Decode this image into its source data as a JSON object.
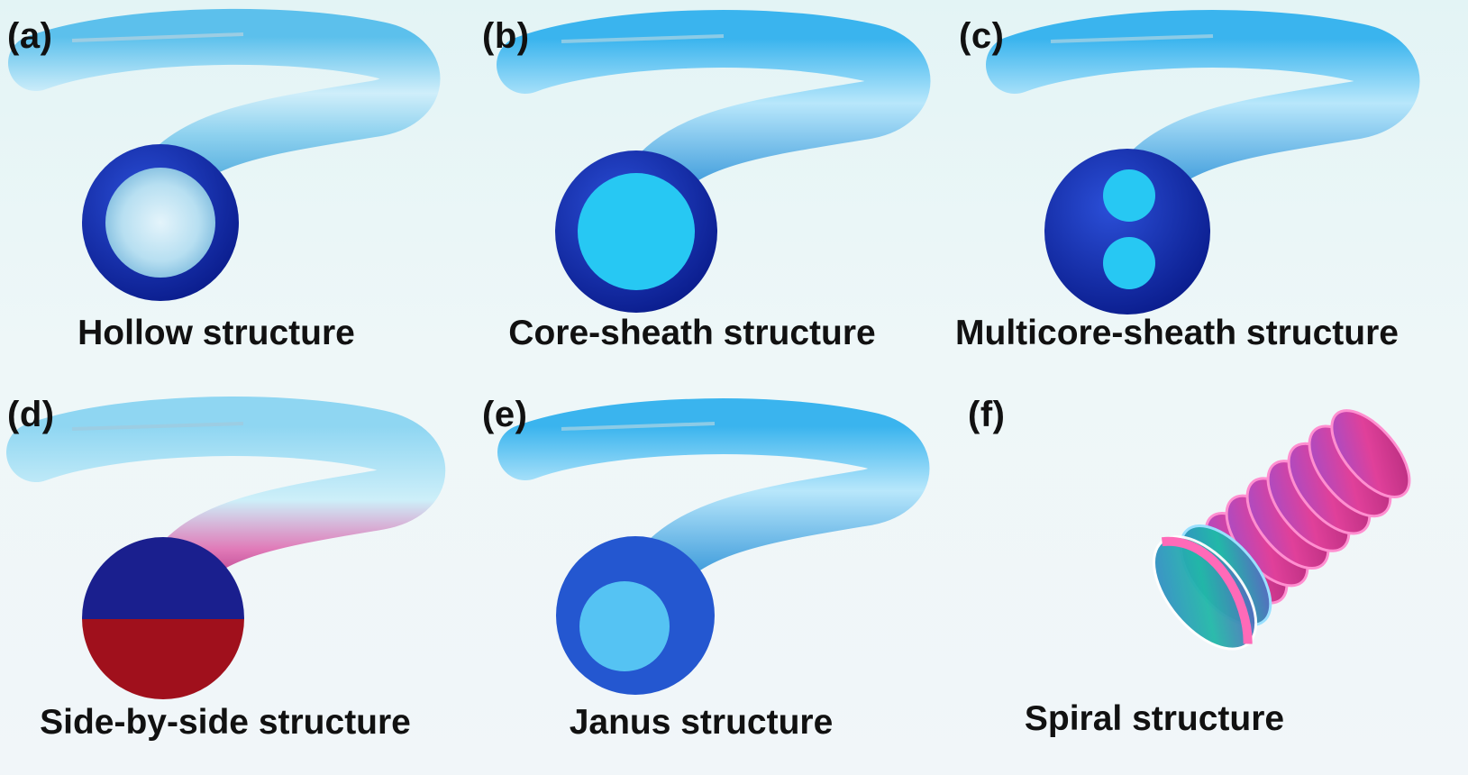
{
  "panels": [
    {
      "letter": "(a)",
      "caption": "Hollow structure",
      "type": "hollow"
    },
    {
      "letter": "(b)",
      "caption": "Core-sheath structure",
      "type": "core-sheath"
    },
    {
      "letter": "(c)",
      "caption": "Multicore-sheath structure",
      "type": "multicore-sheath"
    },
    {
      "letter": "(d)",
      "caption": "Side-by-side structure",
      "type": "side-by-side"
    },
    {
      "letter": "(e)",
      "caption": "Janus structure",
      "type": "janus"
    },
    {
      "letter": "(f)",
      "caption": "Spiral structure",
      "type": "spiral"
    }
  ],
  "colors": {
    "sheath_dark_blue": "#0b1f9e",
    "core_cyan": "#27c8f3",
    "janus_core": "#55c3f3",
    "fiber_light": "#a9dcef",
    "side_red": "#a0101c",
    "spiral_pink": "#d8358e",
    "spiral_teal": "#1ea8a0"
  }
}
